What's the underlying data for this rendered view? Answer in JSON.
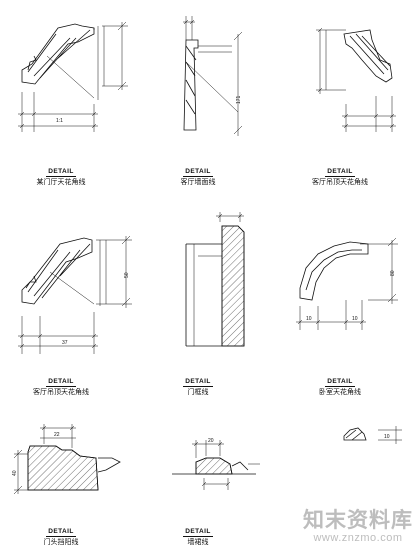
{
  "captions": [
    {
      "title": "DETAIL",
      "subtitle": "某门厅天花角线"
    },
    {
      "title": "DETAIL",
      "subtitle": "客厅墙面线"
    },
    {
      "title": "DETAIL",
      "subtitle": "客厅吊顶天花角线"
    },
    {
      "title": "DETAIL",
      "subtitle": "客厅吊顶天花角线"
    },
    {
      "title": "DETAIL",
      "subtitle": "门框线"
    },
    {
      "title": "DETAIL",
      "subtitle": "卧室天花角线"
    },
    {
      "title": "DETAIL",
      "subtitle": "门头挡阳线"
    },
    {
      "title": "DETAIL",
      "subtitle": "墙裙线"
    }
  ],
  "watermark": {
    "main": "知末资料库",
    "url": "www.znzmo.com"
  },
  "colors": {
    "line": "#111111",
    "watermark": "#bdbdbd"
  }
}
